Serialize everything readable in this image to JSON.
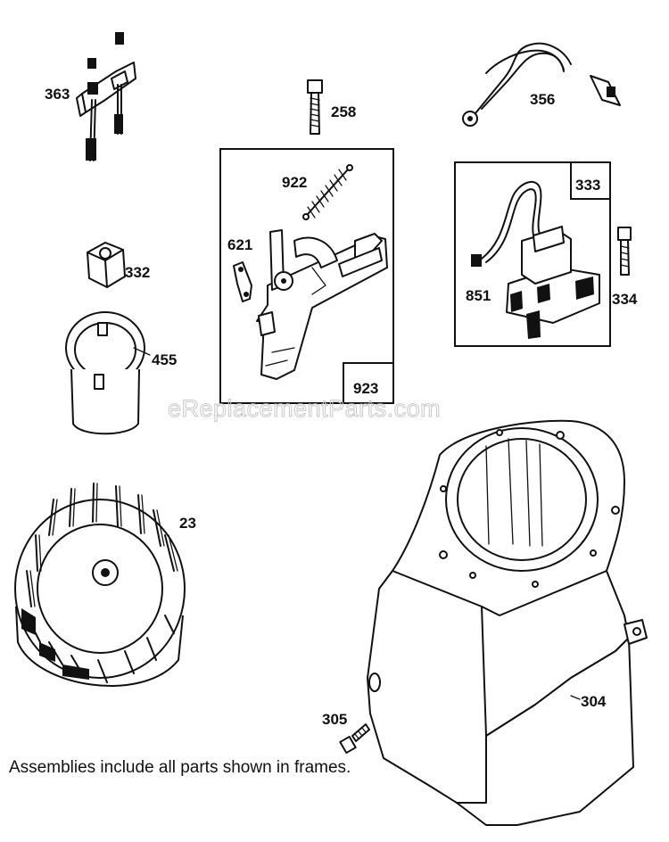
{
  "parts": {
    "p363": "363",
    "p258": "258",
    "p356": "356",
    "p922": "922",
    "p621": "621",
    "p923": "923",
    "p333": "333",
    "p851": "851",
    "p334": "334",
    "p332": "332",
    "p455": "455",
    "p23": "23",
    "p304": "304",
    "p305": "305"
  },
  "watermark": "eReplacementParts.com",
  "caption": "Assemblies include all parts shown in frames."
}
